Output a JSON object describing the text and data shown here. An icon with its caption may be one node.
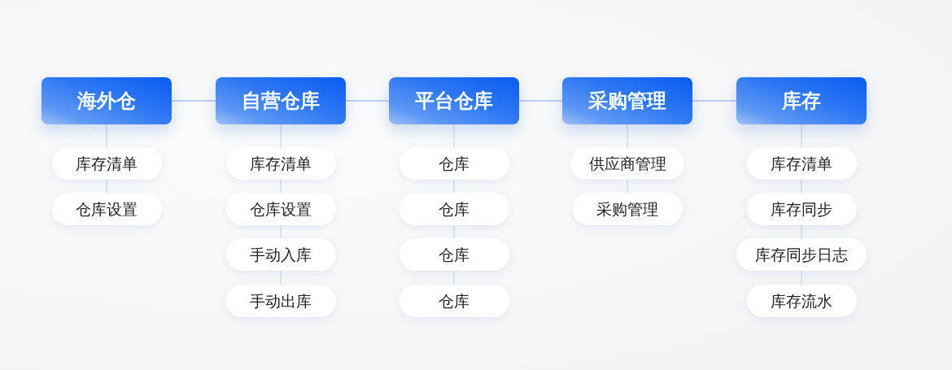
{
  "diagram": {
    "nodes": [
      {
        "text": [
          "海外仓"
        ]
      },
      {
        "text": [
          "库存清单"
        ]
      },
      {
        "text": [
          "仓库设置"
        ]
      },
      {
        "text": [
          "自营仓库"
        ]
      },
      {
        "text": [
          "库存清单"
        ]
      },
      {
        "text": [
          "仓库设置"
        ]
      },
      {
        "text": [
          "手动入库"
        ]
      },
      {
        "text": [
          "手动出库"
        ]
      },
      {
        "text": [
          "平台仓库"
        ]
      },
      {
        "text": [
          "仓库"
        ]
      },
      {
        "text": [
          "仓库"
        ]
      },
      {
        "text": [
          "仓库"
        ]
      },
      {
        "text": [
          "仓库"
        ]
      },
      {
        "text": [
          "采购管理"
        ]
      },
      {
        "text": [
          "供应商管理"
        ]
      },
      {
        "text": [
          "采购管理"
        ]
      },
      {
        "text": [
          "库存"
        ]
      },
      {
        "text": [
          "库存清单"
        ]
      },
      {
        "text": [
          "库存同步"
        ]
      },
      {
        "text": [
          "库存同步日志"
        ]
      },
      {
        "text": [
          "库存流水"
        ]
      }
    ],
    "edges": [
      {
        "from": 0,
        "to": 3,
        "arrow": "none",
        "color": "#a6c3f0"
      },
      {
        "from": 3,
        "to": 8,
        "arrow": "none",
        "color": "#a6c3f0"
      },
      {
        "from": 8,
        "to": 13,
        "arrow": "none",
        "color": "#a6c3f0"
      },
      {
        "from": 13,
        "to": 16,
        "arrow": "none",
        "color": "#a6c3f0"
      },
      {
        "from": 0,
        "to": 1,
        "arrow": "none"
      },
      {
        "from": 1,
        "to": 2,
        "arrow": "none"
      },
      {
        "from": 3,
        "to": 4,
        "arrow": "none"
      },
      {
        "from": 4,
        "to": 5,
        "arrow": "none"
      },
      {
        "from": 5,
        "to": 6,
        "arrow": "none"
      },
      {
        "from": 6,
        "to": 7,
        "arrow": "none"
      },
      {
        "from": 8,
        "to": 9,
        "arrow": "none"
      },
      {
        "from": 9,
        "to": 10,
        "arrow": "none"
      },
      {
        "from": 10,
        "to": 11,
        "arrow": "none"
      },
      {
        "from": 11,
        "to": 12,
        "arrow": "none"
      },
      {
        "from": 13,
        "to": 14,
        "arrow": "none"
      },
      {
        "from": 14,
        "to": 15,
        "arrow": "none"
      },
      {
        "from": 16,
        "to": 17,
        "arrow": "none"
      },
      {
        "from": 17,
        "to": 18,
        "arrow": "none"
      },
      {
        "from": 18,
        "to": 19,
        "arrow": "none"
      },
      {
        "from": 19,
        "to": 20,
        "arrow": "none"
      }
    ]
  }
}
